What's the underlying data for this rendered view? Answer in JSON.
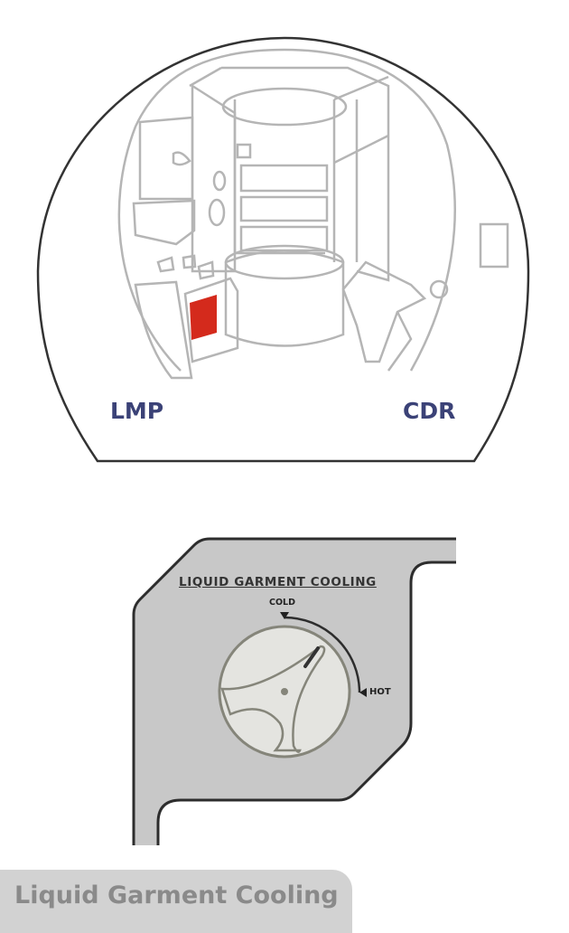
{
  "cabin": {
    "left_seat": "LMP",
    "right_seat": "CDR",
    "highlight_color": "#d42a1c",
    "label_color": "#3b4277"
  },
  "panel": {
    "title": "LIQUID GARMENT COOLING",
    "scale_min": "COLD",
    "scale_max": "HOT"
  },
  "caption": "Liquid Garment Cooling"
}
